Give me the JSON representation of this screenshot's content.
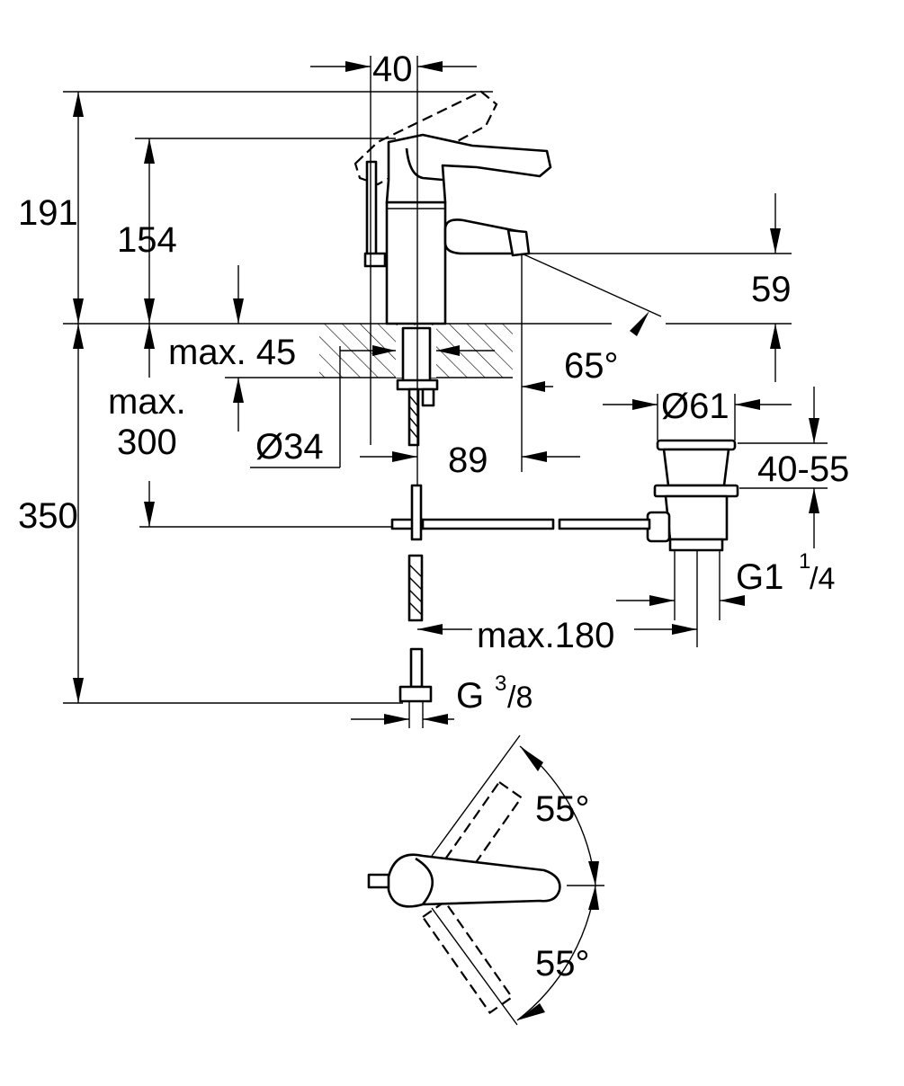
{
  "dimensions": {
    "d40": "40",
    "d191": "191",
    "d154": "154",
    "d59": "59",
    "dmax45": "max. 45",
    "d65": "65°",
    "dmax300a": "max.",
    "dmax300b": "300",
    "d34": "Ø34",
    "d89": "89",
    "d61": "Ø61",
    "d4055": "40-55",
    "d350": "350",
    "dG114": "G1",
    "dG114sup": "1",
    "dG114sub": "/4",
    "dmax180": "max.180",
    "dG38": "G",
    "dG38sup": "3",
    "dG38sub": "/8",
    "d55top": "55°",
    "d55bot": "55°"
  },
  "colors": {
    "line": "#000000",
    "background": "#ffffff"
  }
}
